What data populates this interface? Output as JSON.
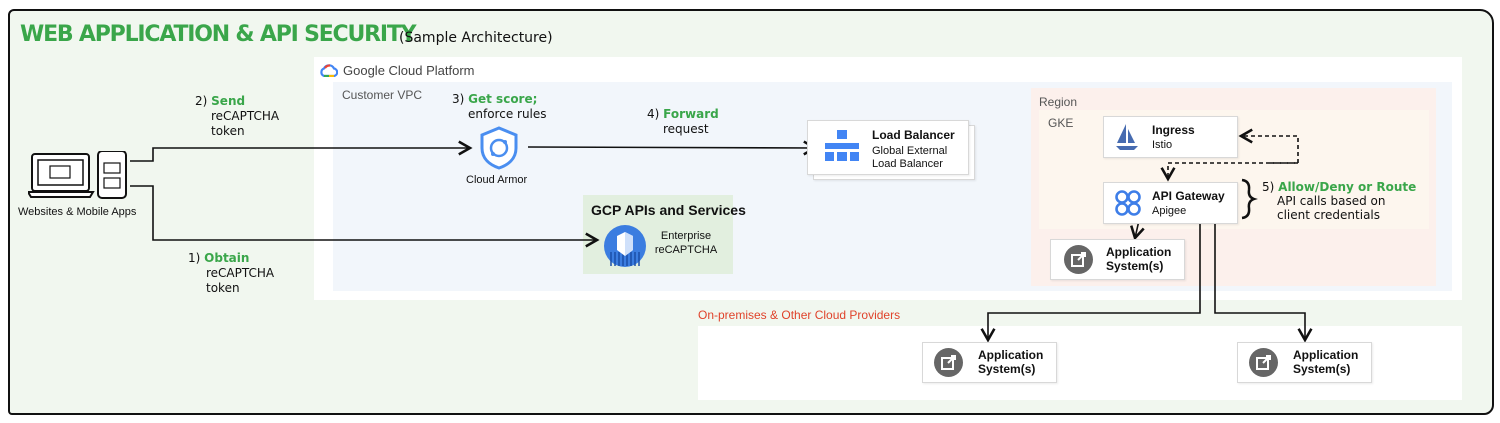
{
  "header": {
    "title": "WEB APPLICATION & API SECURITY",
    "subtitle": "(Sample Architecture)"
  },
  "zones": {
    "gcp": "Google Cloud Platform",
    "vpc": "Customer VPC",
    "region": "Region",
    "gke": "GKE",
    "onprem": "On-premises & Other Cloud Providers",
    "gcp_apis": "GCP APIs and Services"
  },
  "clients": {
    "label": "Websites & Mobile Apps"
  },
  "steps": {
    "s1": {
      "num": "1)",
      "action": "Obtain",
      "l1": "reCAPTCHA",
      "l2": "token"
    },
    "s2": {
      "num": "2)",
      "action": "Send",
      "l1": "reCAPTCHA",
      "l2": "token"
    },
    "s3": {
      "num": "3)",
      "action": "Get score;",
      "l1": "enforce rules"
    },
    "s4": {
      "num": "4)",
      "action": "Forward",
      "l1": "request"
    },
    "s5": {
      "num": "5)",
      "action": "Allow/Deny or Route",
      "l1": "API calls based on",
      "l2": "client credentials"
    }
  },
  "components": {
    "cloud_armor": "Cloud Armor",
    "recaptcha": {
      "l1": "Enterprise",
      "l2": "reCAPTCHA"
    },
    "load_balancer": {
      "title": "Load Balancer",
      "l1": "Global External",
      "l2": "Load Balancer"
    },
    "ingress": {
      "title": "Ingress",
      "sub": "Istio"
    },
    "api_gateway": {
      "title": "API Gateway",
      "sub": "Apigee"
    },
    "app_gke": {
      "l1": "Application",
      "l2": "System(s)"
    },
    "app_onprem_1": {
      "l1": "Application",
      "l2": "System(s)"
    },
    "app_onprem_2": {
      "l1": "Application",
      "l2": "System(s)"
    }
  },
  "colors": {
    "accent_green": "#3aa64a",
    "onprem_red": "#e0432b",
    "gcp_blue": "#4285f4"
  }
}
